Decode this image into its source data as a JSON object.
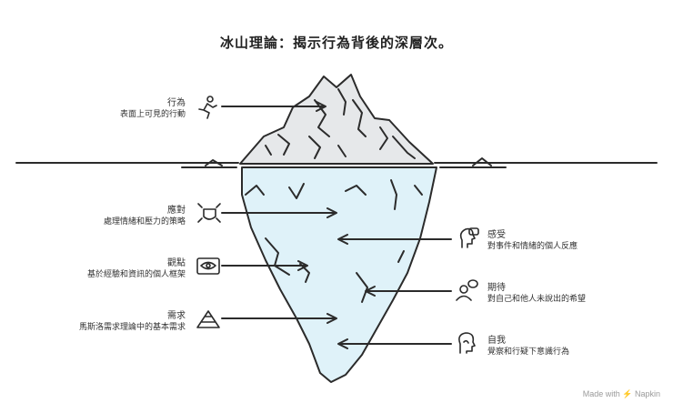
{
  "title": "冰山理論：揭示行為背後的深層次。",
  "left_items": [
    {
      "title": "行為",
      "desc": "表面上可見的行動",
      "icon": "running-person-icon"
    },
    {
      "title": "應對",
      "desc": "處理情緒和壓力的策略",
      "icon": "shield-arrows-icon"
    },
    {
      "title": "觀點",
      "desc": "基於經驗和資訊的個人框架",
      "icon": "eye-frame-icon"
    },
    {
      "title": "需求",
      "desc": "馬斯洛需求理論中的基本需求",
      "icon": "pyramid-icon"
    }
  ],
  "right_items": [
    {
      "title": "感受",
      "desc": "對事件和情緒的個人反應",
      "icon": "head-speech-icon"
    },
    {
      "title": "期待",
      "desc": "對自己和他人未說出的希望",
      "icon": "person-thought-icon"
    },
    {
      "title": "自我",
      "desc": "覺察和行疑下意識行為",
      "icon": "head-profile-icon"
    }
  ],
  "watermark": "Made with ⚡ Napkin",
  "colors": {
    "ice_above": "#e6e8ea",
    "ice_below": "#dff2f9",
    "stroke": "#2b2b2b"
  }
}
